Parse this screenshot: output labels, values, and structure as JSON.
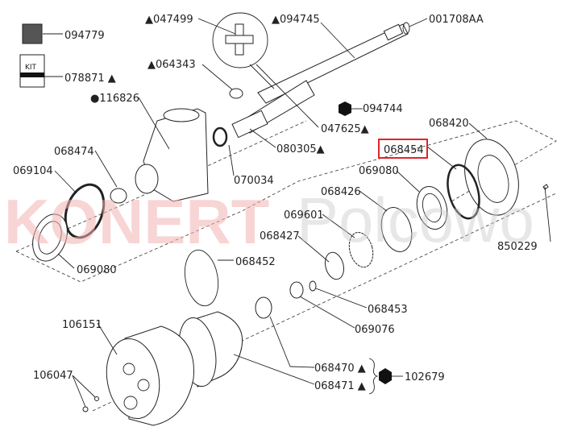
{
  "watermark": {
    "brand": "KONERT",
    "suffix": "Polcowo"
  },
  "highlight_color": "#e0242b",
  "legend": [
    {
      "symbol": "kit-cube-icon",
      "code": "094779"
    },
    {
      "symbol": "kit-box-icon",
      "code": "078871 ▲"
    }
  ],
  "parts": {
    "p047499": "▲047499",
    "p094745": "▲094745",
    "p001708AA": "001708AA",
    "p064343": "▲064343",
    "p116826": "●116826",
    "p094744": "094744",
    "p047625": "047625▲",
    "p080305": "080305▲",
    "p068420": "068420",
    "p068454": "068454",
    "p068474": "068474",
    "p069104": "069104",
    "p070034": "070034",
    "p069080a": "069080",
    "p068426": "068426",
    "p069601": "069601",
    "p068427": "068427",
    "p850229": "850229",
    "p068452": "068452",
    "p069080b": "069080",
    "p068453": "068453",
    "p069076": "069076",
    "p106151": "106151",
    "p068470": "068470 ▲",
    "p068471": "068471 ▲",
    "p102679": "102679",
    "p106047": "106047"
  },
  "selected_part": "068454"
}
